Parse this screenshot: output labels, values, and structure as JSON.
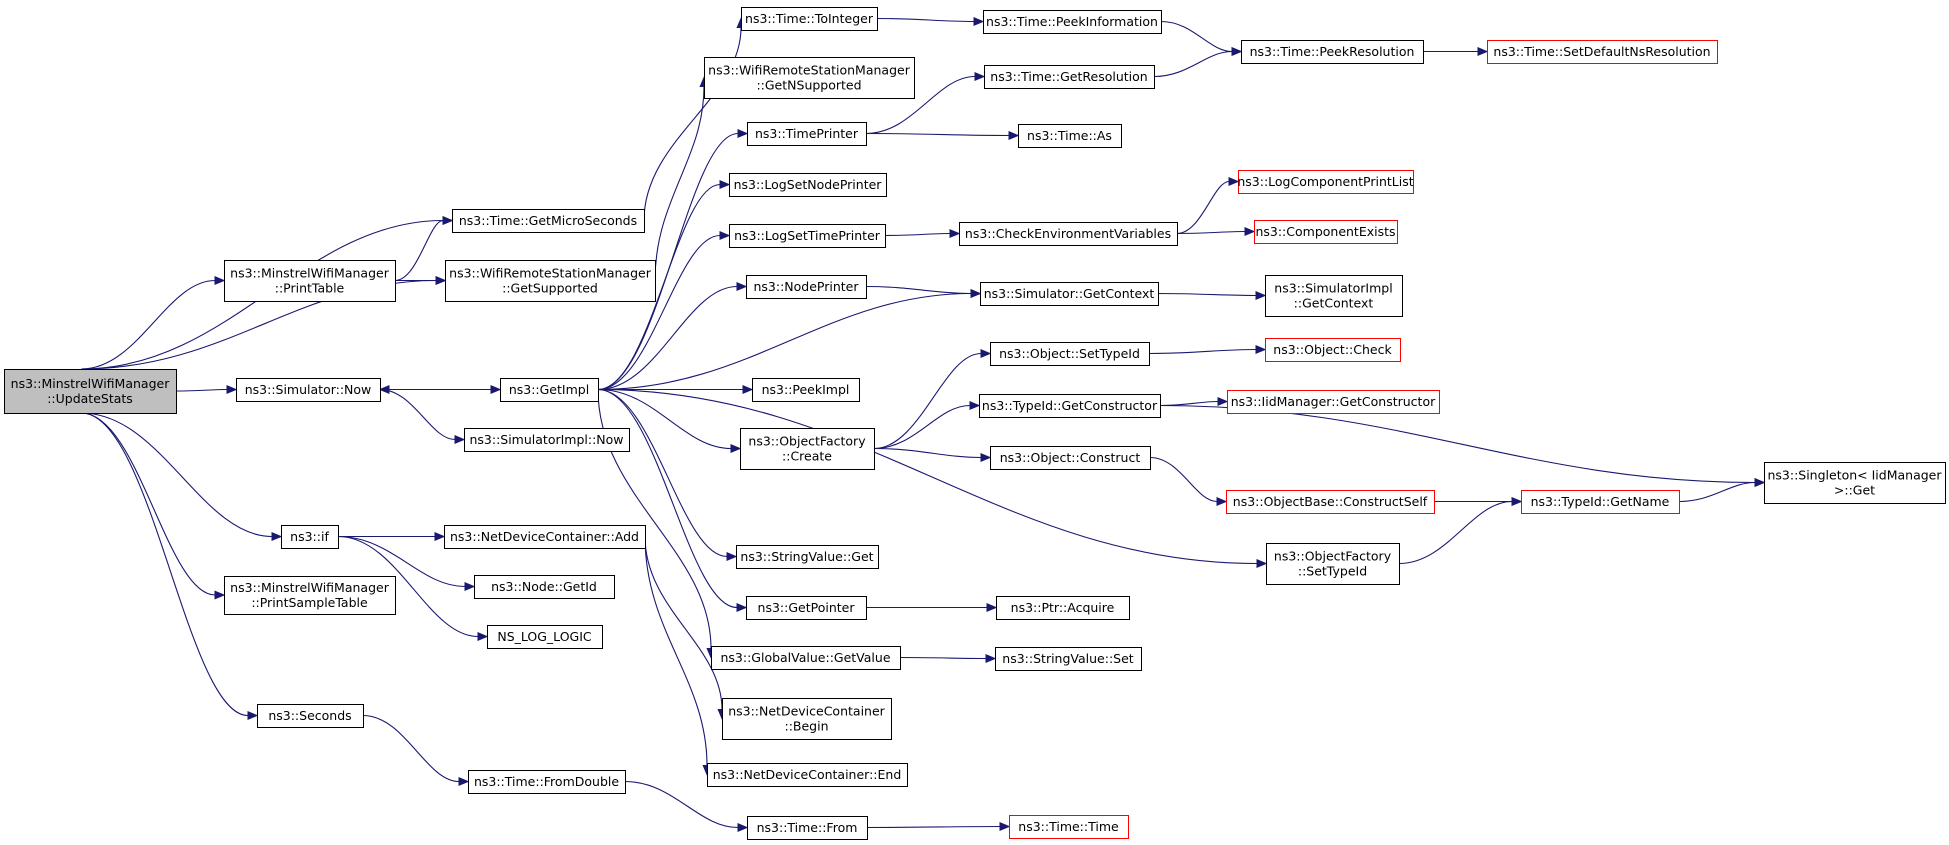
{
  "colors": {
    "edge": "#191970",
    "node_border": "#000000",
    "node_border_truncated": "#ff0000",
    "root_fill": "#bfbfbf",
    "node_fill": "#ffffff"
  },
  "nodes": [
    {
      "id": "root",
      "lines": [
        "ns3::MinstrelWifiManager",
        "::UpdateStats"
      ],
      "root": true
    },
    {
      "id": "getmicro",
      "lines": [
        "ns3::Time::GetMicroSeconds"
      ]
    },
    {
      "id": "printtable",
      "lines": [
        "ns3::MinstrelWifiManager",
        "::PrintTable"
      ]
    },
    {
      "id": "getsupported",
      "lines": [
        "ns3::WifiRemoteStationManager",
        "::GetSupported"
      ]
    },
    {
      "id": "simnow",
      "lines": [
        "ns3::Simulator::Now"
      ]
    },
    {
      "id": "if",
      "lines": [
        "ns3::if"
      ]
    },
    {
      "id": "printsample",
      "lines": [
        "ns3::MinstrelWifiManager",
        "::PrintSampleTable"
      ]
    },
    {
      "id": "seconds",
      "lines": [
        "ns3::Seconds"
      ]
    },
    {
      "id": "tointeger",
      "lines": [
        "ns3::Time::ToInteger"
      ]
    },
    {
      "id": "getnsupported",
      "lines": [
        "ns3::WifiRemoteStationManager",
        "::GetNSupported"
      ]
    },
    {
      "id": "timeprinter",
      "lines": [
        "ns3::TimePrinter"
      ]
    },
    {
      "id": "logsetnode",
      "lines": [
        "ns3::LogSetNodePrinter"
      ]
    },
    {
      "id": "logsettime",
      "lines": [
        "ns3::LogSetTimePrinter"
      ]
    },
    {
      "id": "nodeprinter",
      "lines": [
        "ns3::NodePrinter"
      ]
    },
    {
      "id": "getimpl",
      "lines": [
        "ns3::GetImpl"
      ]
    },
    {
      "id": "simimplnow",
      "lines": [
        "ns3::SimulatorImpl::Now"
      ]
    },
    {
      "id": "peekimpl",
      "lines": [
        "ns3::PeekImpl"
      ]
    },
    {
      "id": "ofcreate",
      "lines": [
        "ns3::ObjectFactory",
        "::Create"
      ]
    },
    {
      "id": "strget",
      "lines": [
        "ns3::StringValue::Get"
      ]
    },
    {
      "id": "getpointer",
      "lines": [
        "ns3::GetPointer"
      ]
    },
    {
      "id": "gvgetvalue",
      "lines": [
        "ns3::GlobalValue::GetValue"
      ]
    },
    {
      "id": "ndcbegin",
      "lines": [
        "ns3::NetDeviceContainer",
        "::Begin"
      ]
    },
    {
      "id": "ndcend",
      "lines": [
        "ns3::NetDeviceContainer::End"
      ]
    },
    {
      "id": "ndcadd",
      "lines": [
        "ns3::NetDeviceContainer::Add"
      ]
    },
    {
      "id": "nodegetid",
      "lines": [
        "ns3::Node::GetId"
      ]
    },
    {
      "id": "nslog",
      "lines": [
        "NS_LOG_LOGIC"
      ]
    },
    {
      "id": "fromdouble",
      "lines": [
        "ns3::Time::FromDouble"
      ]
    },
    {
      "id": "timefrom",
      "lines": [
        "ns3::Time::From"
      ]
    },
    {
      "id": "peekinfo",
      "lines": [
        "ns3::Time::PeekInformation"
      ]
    },
    {
      "id": "getres",
      "lines": [
        "ns3::Time::GetResolution"
      ]
    },
    {
      "id": "timeas",
      "lines": [
        "ns3::Time::As"
      ]
    },
    {
      "id": "checkenv",
      "lines": [
        "ns3::CheckEnvironmentVariables"
      ]
    },
    {
      "id": "simgetctx",
      "lines": [
        "ns3::Simulator::GetContext"
      ]
    },
    {
      "id": "objsettypeid",
      "lines": [
        "ns3::Object::SetTypeId"
      ]
    },
    {
      "id": "tidgetctor",
      "lines": [
        "ns3::TypeId::GetConstructor"
      ]
    },
    {
      "id": "objconstruct",
      "lines": [
        "ns3::Object::Construct"
      ]
    },
    {
      "id": "ofsettypeid",
      "lines": [
        "ns3::ObjectFactory",
        "::SetTypeId"
      ]
    },
    {
      "id": "ptracquire",
      "lines": [
        "ns3::Ptr::Acquire"
      ]
    },
    {
      "id": "strset",
      "lines": [
        "ns3::StringValue::Set"
      ]
    },
    {
      "id": "timetime",
      "lines": [
        "ns3::Time::Time"
      ],
      "truncated": true
    },
    {
      "id": "peekres",
      "lines": [
        "ns3::Time::PeekResolution"
      ]
    },
    {
      "id": "logcompprint",
      "lines": [
        "ns3::LogComponentPrintList"
      ],
      "truncated": true
    },
    {
      "id": "compexists",
      "lines": [
        "ns3::ComponentExists"
      ],
      "truncated": true
    },
    {
      "id": "simimplctx",
      "lines": [
        "ns3::SimulatorImpl",
        "::GetContext"
      ]
    },
    {
      "id": "objcheck",
      "lines": [
        "ns3::Object::Check"
      ],
      "truncated": true
    },
    {
      "id": "iidgetctor",
      "lines": [
        "ns3::IidManager::GetConstructor"
      ],
      "truncated": true
    },
    {
      "id": "objbaseconstruct",
      "lines": [
        "ns3::ObjectBase::ConstructSelf"
      ],
      "truncated": true
    },
    {
      "id": "tidgetname",
      "lines": [
        "ns3::TypeId::GetName"
      ],
      "truncated": true
    },
    {
      "id": "setdefaultres",
      "lines": [
        "ns3::Time::SetDefaultNsResolution"
      ],
      "truncated": true
    },
    {
      "id": "singletonget",
      "lines": [
        "ns3::Singleton< IidManager",
        " >::Get"
      ]
    }
  ],
  "edges": [
    [
      "root",
      "getmicro"
    ],
    [
      "root",
      "printtable"
    ],
    [
      "root",
      "getsupported"
    ],
    [
      "root",
      "simnow"
    ],
    [
      "root",
      "if"
    ],
    [
      "root",
      "printsample"
    ],
    [
      "root",
      "seconds"
    ],
    [
      "printtable",
      "getmicro"
    ],
    [
      "printtable",
      "getsupported"
    ],
    [
      "getmicro",
      "tointeger"
    ],
    [
      "tointeger",
      "peekinfo"
    ],
    [
      "peekinfo",
      "peekres"
    ],
    [
      "peekres",
      "setdefaultres"
    ],
    [
      "getsupported",
      "getnsupported"
    ],
    [
      "simnow",
      "getimpl"
    ],
    [
      "simnow",
      "simimplnow"
    ],
    [
      "getimpl",
      "simnow"
    ],
    [
      "getimpl",
      "timeprinter"
    ],
    [
      "getimpl",
      "logsetnode"
    ],
    [
      "getimpl",
      "logsettime"
    ],
    [
      "getimpl",
      "nodeprinter"
    ],
    [
      "getimpl",
      "peekimpl"
    ],
    [
      "getimpl",
      "ofcreate"
    ],
    [
      "getimpl",
      "strget"
    ],
    [
      "getimpl",
      "getpointer"
    ],
    [
      "getimpl",
      "gvgetvalue"
    ],
    [
      "getimpl",
      "ofsettypeid"
    ],
    [
      "getimpl",
      "simgetctx"
    ],
    [
      "timeprinter",
      "getres"
    ],
    [
      "timeprinter",
      "timeas"
    ],
    [
      "getres",
      "peekres"
    ],
    [
      "logsettime",
      "checkenv"
    ],
    [
      "checkenv",
      "logcompprint"
    ],
    [
      "checkenv",
      "compexists"
    ],
    [
      "nodeprinter",
      "simgetctx"
    ],
    [
      "simgetctx",
      "simimplctx"
    ],
    [
      "ofcreate",
      "objsettypeid"
    ],
    [
      "ofcreate",
      "tidgetctor"
    ],
    [
      "ofcreate",
      "objconstruct"
    ],
    [
      "objsettypeid",
      "objcheck"
    ],
    [
      "tidgetctor",
      "iidgetctor"
    ],
    [
      "tidgetctor",
      "singletonget"
    ],
    [
      "objconstruct",
      "objbaseconstruct"
    ],
    [
      "objbaseconstruct",
      "tidgetname"
    ],
    [
      "tidgetname",
      "singletonget"
    ],
    [
      "ofsettypeid",
      "tidgetname"
    ],
    [
      "getpointer",
      "ptracquire"
    ],
    [
      "gvgetvalue",
      "strset"
    ],
    [
      "if",
      "ndcadd"
    ],
    [
      "if",
      "nodegetid"
    ],
    [
      "if",
      "nslog"
    ],
    [
      "ndcadd",
      "ndcbegin"
    ],
    [
      "ndcadd",
      "ndcend"
    ],
    [
      "seconds",
      "fromdouble"
    ],
    [
      "fromdouble",
      "timefrom"
    ],
    [
      "timefrom",
      "timetime"
    ]
  ]
}
